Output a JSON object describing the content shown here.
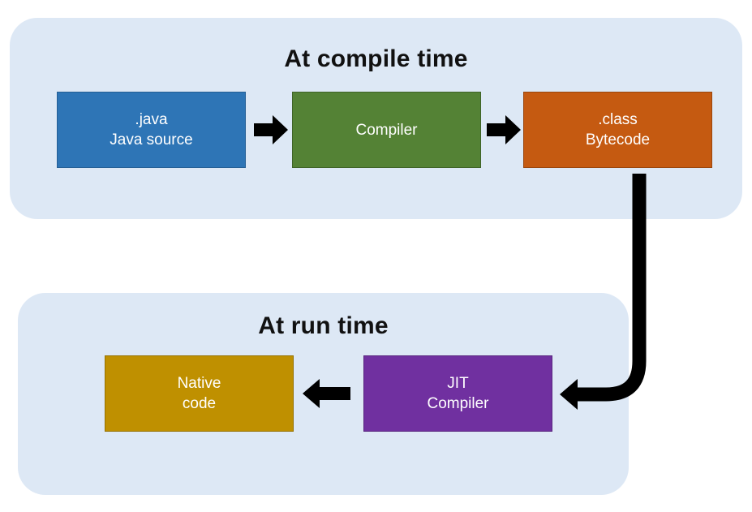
{
  "compile_panel": {
    "title": "At compile time"
  },
  "run_panel": {
    "title": "At run time"
  },
  "nodes": {
    "java_source": {
      "line1": ".java",
      "line2": "Java source",
      "color": "#2e75b6"
    },
    "compiler": {
      "line1": "Compiler",
      "color": "#548235"
    },
    "class_bytecode": {
      "line1": ".class",
      "line2": "Bytecode",
      "color": "#c55a11"
    },
    "jit_compiler": {
      "line1": "JIT",
      "line2": "Compiler",
      "color": "#7030a0"
    },
    "native_code": {
      "line1": "Native",
      "line2": "code",
      "color": "#bf9000"
    }
  },
  "colors": {
    "panel_background": "#dde8f5",
    "arrow": "#000000",
    "node_text": "#ffffff"
  }
}
